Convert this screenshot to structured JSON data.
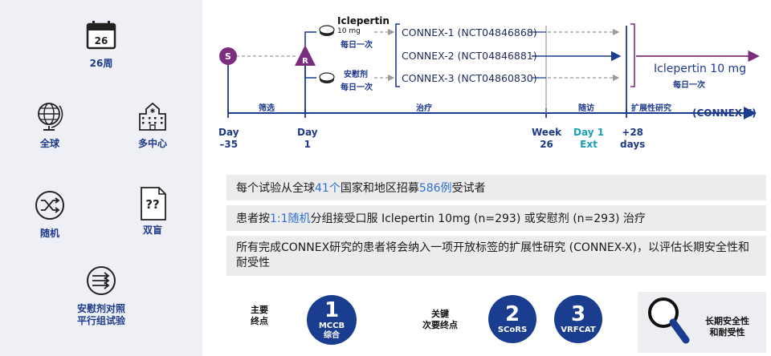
{
  "features": {
    "weeks": {
      "icon": "calendar-icon",
      "calendar_day": "26",
      "label": "26周"
    },
    "global": {
      "icon": "globe-icon",
      "label": "全球"
    },
    "multicenter": {
      "icon": "building-icon",
      "label": "多中心"
    },
    "randomized": {
      "icon": "shuffle-icon",
      "label": "随机"
    },
    "blinded": {
      "icon": "document-question-icon",
      "doc_text": "??",
      "label": "双盲"
    },
    "parallel": {
      "icon": "parallel-arrows-icon",
      "label": "安慰剂对照\n平行组试验"
    }
  },
  "timeline": {
    "s_marker": "S",
    "r_marker": "R",
    "arm_drug_name": "Iclepertin",
    "arm_drug_dose": "10 mg",
    "arm_drug_freq": "每日一次",
    "arm_placebo_name": "安慰剂",
    "arm_placebo_freq": "每日一次",
    "studies": [
      "CONNEX-1 (NCT04846868)",
      "CONNEX-2 (NCT04846881)",
      "CONNEX-3 (NCT04860830)"
    ],
    "extension_drug": "Iclepertin 10 mg",
    "extension_freq": "每日一次",
    "phases": {
      "screening": "筛选",
      "treatment": "治疗",
      "followup": "随访",
      "extension": "扩展性研究",
      "extension_code": "(CONNEX-X)"
    },
    "ticks": {
      "t1_a": "Day",
      "t1_b": "–35",
      "t2_a": "Day",
      "t2_b": "1",
      "t3_a": "Week",
      "t3_b": "26",
      "t4_a": "Day 1",
      "t4_b": "Ext",
      "t5_a": "+28",
      "t5_b": "days"
    }
  },
  "info": {
    "line1_pre": "每个试验从全球",
    "line1_hl1": "41个",
    "line1_mid": "国家和地区招募",
    "line1_hl2": "586例",
    "line1_post": "受试者",
    "line2_pre": "患者按",
    "line2_hl": "1:1随机",
    "line2_post": "分组接受口服 Iclepertin 10mg (n=293) 或安慰剂 (n=293) 治疗",
    "line3": "所有完成CONNEX研究的患者将会纳入一项开放标签的扩展性研究 (CONNEX-X)，以评估长期安全性和耐受性"
  },
  "endpoints": {
    "primary_label": "主要\n终点",
    "primary_num": "1",
    "primary_name": "MCCB\n综合",
    "secondary_label": "关键\n次要终点",
    "secondary": [
      {
        "num": "2",
        "name": "SCoRS"
      },
      {
        "num": "3",
        "name": "VRFCAT"
      }
    ],
    "safety_icon": "magnifier-icon",
    "safety_label": "长期安全性\n和耐受性"
  },
  "colors": {
    "navy": "#1a3d8f",
    "purple": "#7b2d7e",
    "highlight_blue": "#2e6fd1",
    "teal": "#19a0b5"
  }
}
